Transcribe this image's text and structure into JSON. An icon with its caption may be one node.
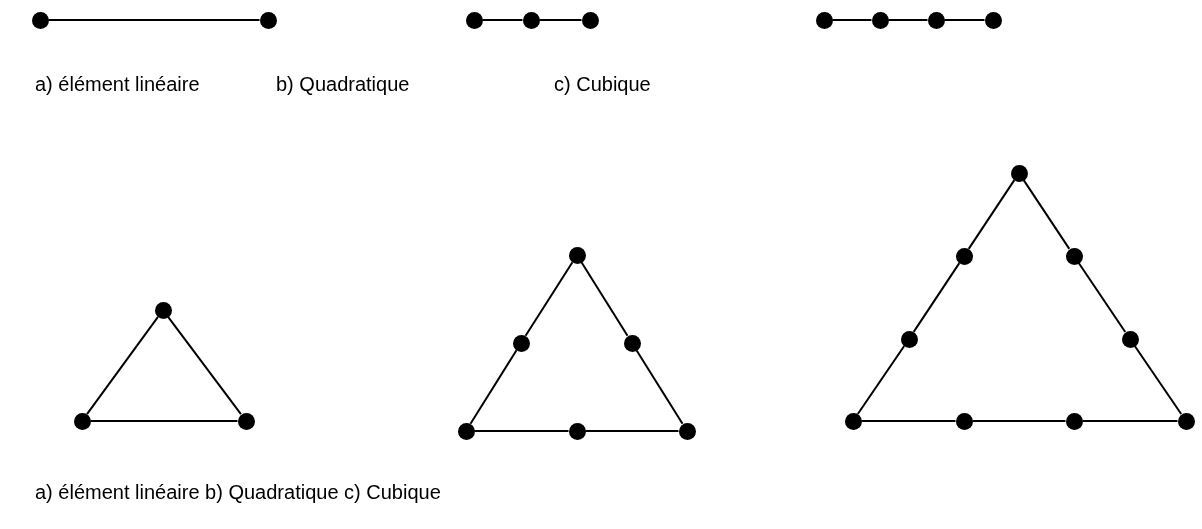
{
  "diagram": {
    "nodes": [
      {
        "text": [],
        "shape": "circle"
      },
      {
        "text": [],
        "shape": "circle"
      },
      {
        "text": [],
        "shape": "circle"
      },
      {
        "text": [],
        "shape": "circle"
      },
      {
        "text": [],
        "shape": "circle"
      },
      {
        "text": [],
        "shape": "circle"
      },
      {
        "text": [],
        "shape": "circle"
      },
      {
        "text": [],
        "shape": "circle"
      },
      {
        "text": [],
        "shape": "circle"
      },
      {
        "text": [],
        "shape": "circle"
      },
      {
        "text": [],
        "shape": "circle"
      },
      {
        "text": [],
        "shape": "circle"
      },
      {
        "text": [],
        "shape": "circle"
      },
      {
        "text": [],
        "shape": "circle"
      },
      {
        "text": [],
        "shape": "circle"
      },
      {
        "text": [],
        "shape": "circle"
      },
      {
        "text": [],
        "shape": "circle"
      },
      {
        "text": [],
        "shape": "circle"
      },
      {
        "text": [],
        "shape": "circle"
      },
      {
        "text": [],
        "shape": "circle"
      },
      {
        "text": [],
        "shape": "circle"
      },
      {
        "text": [],
        "shape": "circle"
      },
      {
        "text": [],
        "shape": "circle"
      },
      {
        "text": [],
        "shape": "circle"
      },
      {
        "text": [],
        "shape": "circle"
      },
      {
        "text": [],
        "shape": "circle"
      },
      {
        "text": [],
        "shape": "circle"
      }
    ],
    "edges": [
      {
        "from": 0,
        "to": 1,
        "arrow": "none"
      },
      {
        "from": 2,
        "to": 3,
        "arrow": "none"
      },
      {
        "from": 3,
        "to": 4,
        "arrow": "none"
      },
      {
        "from": 5,
        "to": 6,
        "arrow": "none"
      },
      {
        "from": 6,
        "to": 7,
        "arrow": "none"
      },
      {
        "from": 7,
        "to": 8,
        "arrow": "none"
      },
      {
        "from": 9,
        "to": 10,
        "arrow": "none"
      },
      {
        "from": 10,
        "to": 11,
        "arrow": "none"
      },
      {
        "from": 11,
        "to": 9,
        "arrow": "none"
      },
      {
        "from": 12,
        "to": 13,
        "arrow": "none"
      },
      {
        "from": 13,
        "to": 15,
        "arrow": "none"
      },
      {
        "from": 15,
        "to": 16,
        "arrow": "none"
      },
      {
        "from": 16,
        "to": 17,
        "arrow": "none"
      },
      {
        "from": 17,
        "to": 14,
        "arrow": "none"
      },
      {
        "from": 14,
        "to": 12,
        "arrow": "none"
      },
      {
        "from": 18,
        "to": 19,
        "arrow": "none"
      },
      {
        "from": 19,
        "to": 21,
        "arrow": "none"
      },
      {
        "from": 21,
        "to": 23,
        "arrow": "none"
      },
      {
        "from": 23,
        "to": 24,
        "arrow": "none"
      },
      {
        "from": 24,
        "to": 25,
        "arrow": "none"
      },
      {
        "from": 25,
        "to": 26,
        "arrow": "none"
      },
      {
        "from": 26,
        "to": 22,
        "arrow": "none"
      },
      {
        "from": 22,
        "to": 20,
        "arrow": "none"
      },
      {
        "from": 20,
        "to": 18,
        "arrow": "none"
      }
    ],
    "labels": [
      "a) élément linéaire",
      "b) Quadratique",
      "c) Cubique",
      "a) élément linéaire b) Quadratique c) Cubique"
    ]
  }
}
